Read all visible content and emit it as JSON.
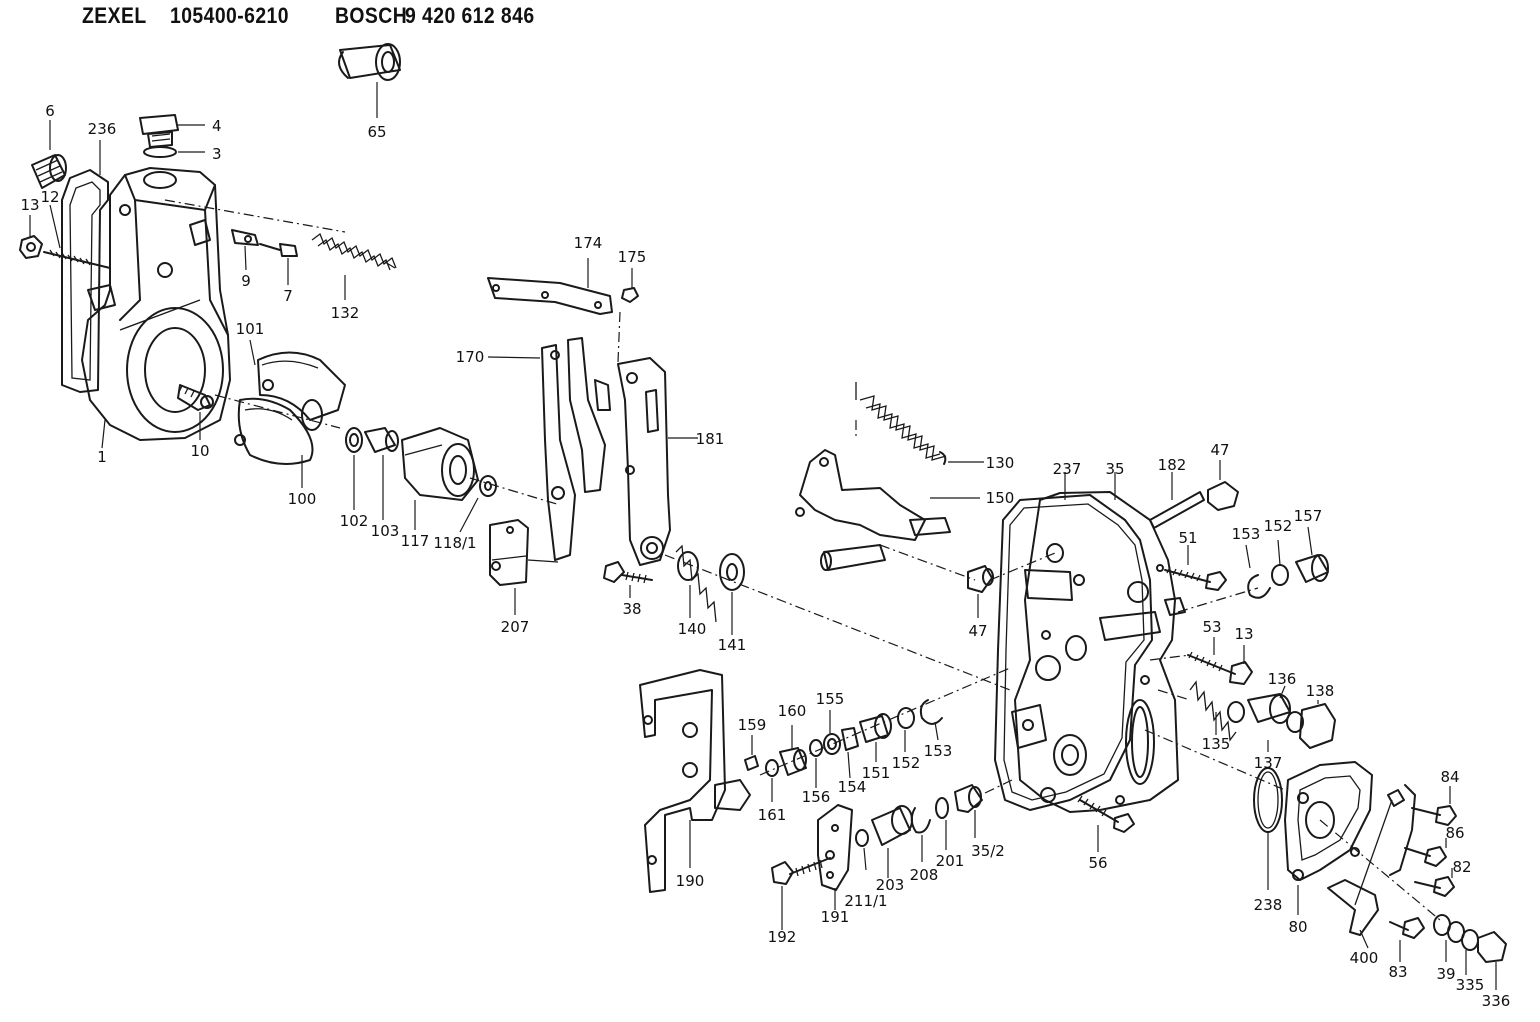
{
  "header": {
    "brand_1": "ZEXEL",
    "part_no_1": "105400-6210",
    "brand_2": "BOSCH",
    "part_no_2": "9 420 612 846"
  },
  "callouts": [
    "1",
    "3",
    "4",
    "6",
    "7",
    "9",
    "10",
    "12",
    "13",
    "35",
    "35/2",
    "38",
    "39",
    "47",
    "51",
    "53",
    "56",
    "65",
    "80",
    "82",
    "83",
    "84",
    "86",
    "100",
    "101",
    "102",
    "103",
    "117",
    "118/1",
    "130",
    "132",
    "135",
    "136",
    "137",
    "138",
    "140",
    "141",
    "150",
    "151",
    "152",
    "153",
    "154",
    "155",
    "156",
    "157",
    "159",
    "160",
    "161",
    "170",
    "174",
    "175",
    "181",
    "182",
    "190",
    "191",
    "192",
    "201",
    "203",
    "207",
    "208",
    "211/1",
    "236",
    "237",
    "238",
    "335",
    "336",
    "400"
  ]
}
